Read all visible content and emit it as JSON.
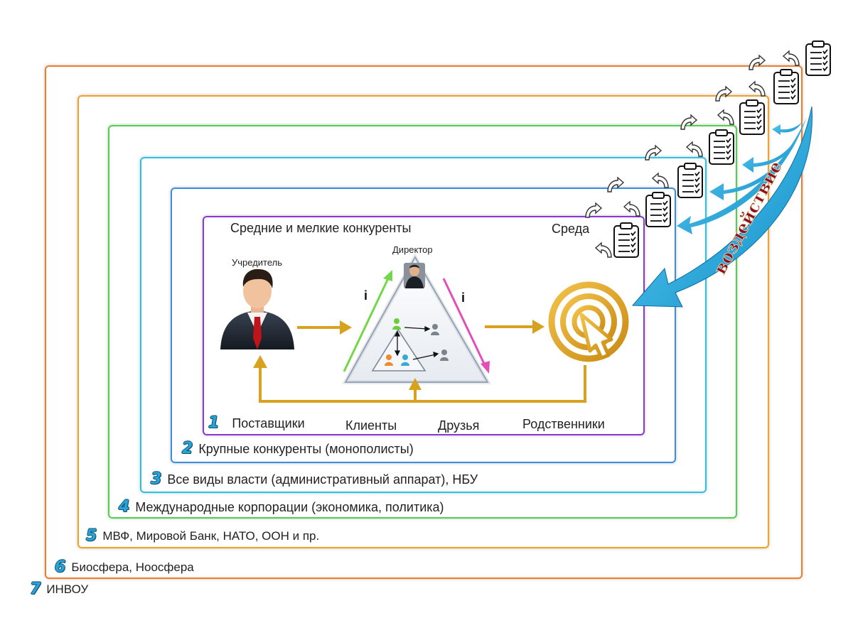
{
  "levels": [
    {
      "num": "1",
      "label": "Поставщики"
    },
    {
      "num": "2",
      "label": "Крупные конкуренты (монополисты)"
    },
    {
      "num": "3",
      "label": "Все виды власти (административный аппарат), НБУ"
    },
    {
      "num": "4",
      "label": "Международные корпорации (экономика, политика)"
    },
    {
      "num": "5",
      "label": "МВФ, Мировой Банк, НАТО, ООН и пр."
    },
    {
      "num": "6",
      "label": "Биосфера, Ноосфера"
    },
    {
      "num": "7",
      "label": "ИНВОУ"
    }
  ],
  "inner": {
    "competitors": "Средние и мелкие конкуренты",
    "environment": "Среда",
    "founder": "Учредитель",
    "director": "Директор",
    "clients": "Клиенты",
    "friends": "Друзья",
    "relatives": "Родственники",
    "i_left": "i",
    "i_right": "i"
  },
  "influence": "воздействие",
  "icons": {
    "founder": "businessman-icon",
    "director": "director-icon",
    "target": "target-icon",
    "checklist": "clipboard-checklist-icon",
    "curved_arrow": "curved-arrow-icon"
  },
  "colors": {
    "level7": "#f07d2a",
    "level6": "#f5a024",
    "level5": "#4fd24a",
    "level4": "#28c4e8",
    "level3": "#3b8fe0",
    "level2": "#8a36d8",
    "gold": "#d9a21e",
    "influence_arrow": "#1aa6dc",
    "influence_text": "#8a1024",
    "number": "#2aa3d8"
  }
}
